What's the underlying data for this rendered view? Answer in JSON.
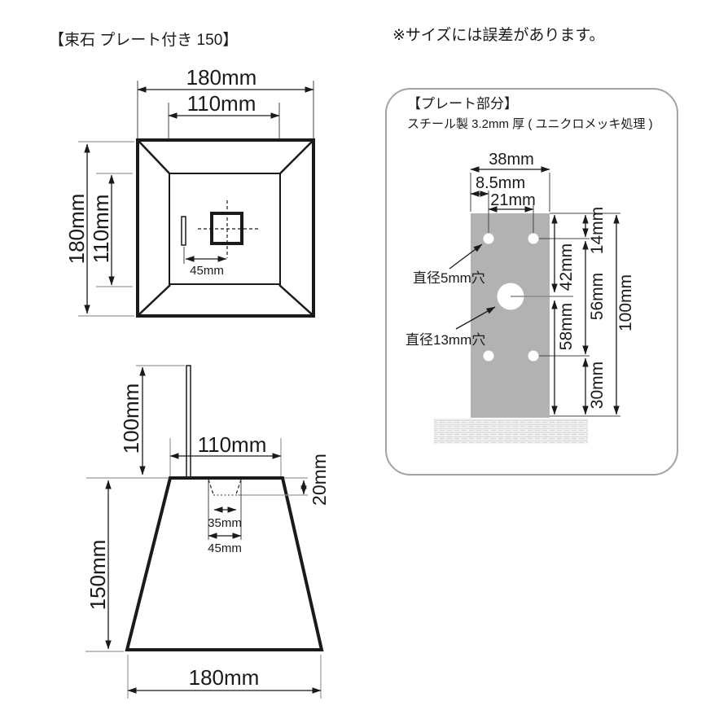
{
  "title": "【束石 プレート付き 150】",
  "note": "※サイズには誤差があります。",
  "top_view": {
    "outer_width": "180mm",
    "inner_width": "110mm",
    "outer_height": "180mm",
    "inner_height": "110mm",
    "plate_to_center": "45mm"
  },
  "side_view": {
    "plate_height": "100mm",
    "top_width": "110mm",
    "socket_depth": "20mm",
    "socket_bottom_width": "35mm",
    "socket_top_width": "45mm",
    "body_height": "150mm",
    "bottom_width": "180mm"
  },
  "plate_panel": {
    "heading": "【プレート部分】",
    "material": "スチール製 3.2mm 厚 ( ユニクロメッキ処理 )",
    "plate_width": "38mm",
    "edge_to_hole": "8.5mm",
    "hole_pitch": "21mm",
    "top_to_small_holes": "14mm",
    "top_to_large_hole": "42mm",
    "large_hole_to_bottom": "58mm",
    "small_holes_span": "56mm",
    "bottom_holes_to_bottom": "30mm",
    "plate_height": "100mm",
    "small_hole_label": "直径5mm穴",
    "large_hole_label": "直径13mm穴"
  },
  "colors": {
    "line": "#1a1a1a",
    "ext_line": "#999999",
    "plate_fill": "#b2b2b2",
    "panel_border": "#a3a3a3",
    "background": "#ffffff"
  }
}
